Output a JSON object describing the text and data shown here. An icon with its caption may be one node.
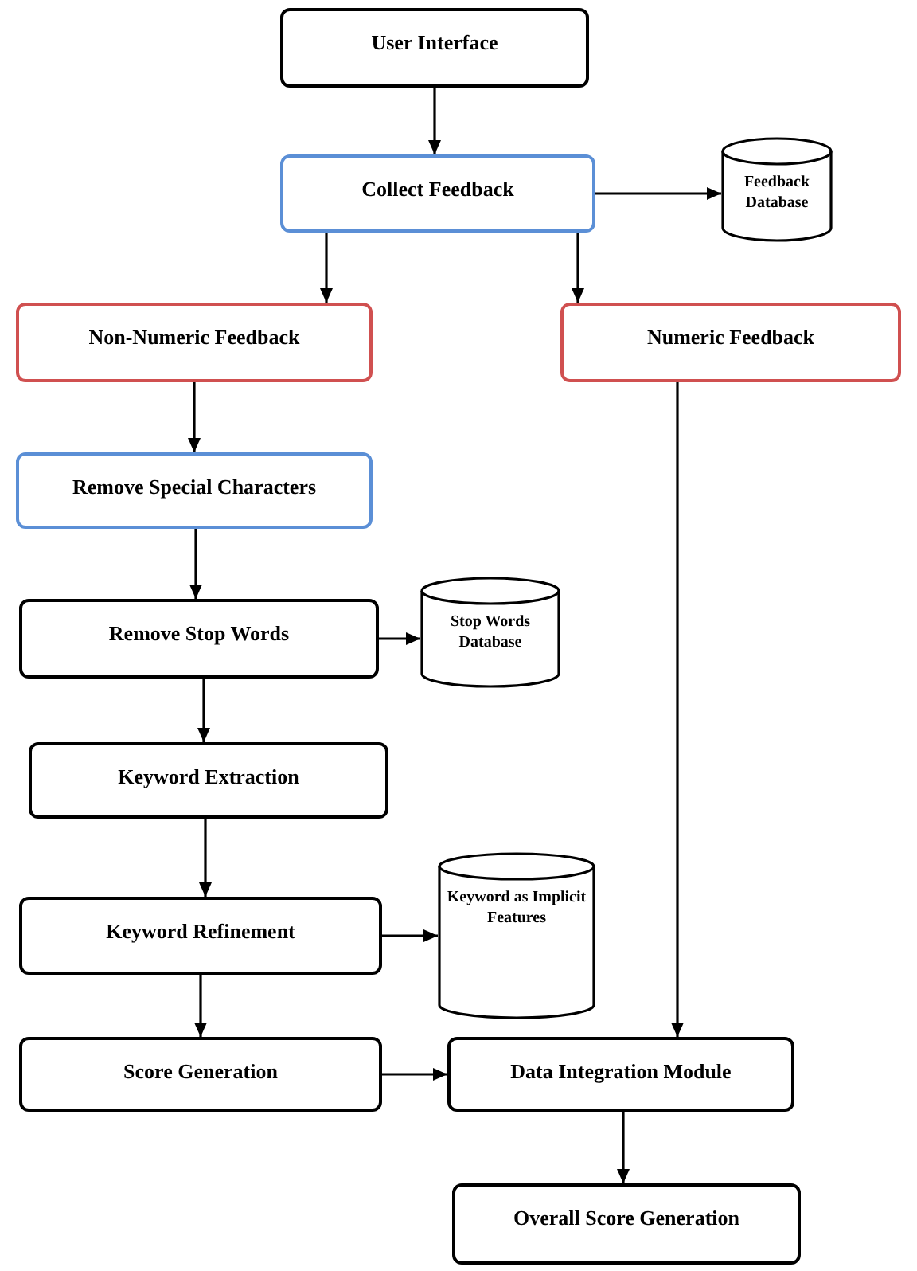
{
  "diagram": {
    "nodes": [
      {
        "text": [
          "User Interface"
        ]
      },
      {
        "text": [
          "Collect Feedback"
        ]
      },
      {
        "text": [
          "Feedback Database"
        ]
      },
      {
        "text": [
          "Non-Numeric Feedback"
        ]
      },
      {
        "text": [
          "Numeric Feedback"
        ]
      },
      {
        "text": [
          "Remove Special Characters"
        ]
      },
      {
        "text": [
          "Remove Stop Words"
        ]
      },
      {
        "text": [
          "Stop Words Database"
        ]
      },
      {
        "text": [
          "Keyword Extraction"
        ]
      },
      {
        "text": [
          "Keyword Refinement"
        ]
      },
      {
        "text": [
          "Keyword as Implicit Features"
        ]
      },
      {
        "text": [
          "Score Generation"
        ]
      },
      {
        "text": [
          "Data Integration Module"
        ]
      },
      {
        "text": [
          "Overall Score Generation"
        ]
      }
    ],
    "edges": [
      {
        "from": 0,
        "to": 1,
        "arrow": "to"
      },
      {
        "from": 1,
        "to": 2,
        "arrow": "to"
      },
      {
        "from": 1,
        "to": 3,
        "arrow": "to"
      },
      {
        "from": 1,
        "to": 4,
        "arrow": "to"
      },
      {
        "from": 3,
        "to": 5,
        "arrow": "to"
      },
      {
        "from": 5,
        "to": 6,
        "arrow": "to"
      },
      {
        "from": 6,
        "to": 7,
        "arrow": "to"
      },
      {
        "from": 6,
        "to": 8,
        "arrow": "to"
      },
      {
        "from": 8,
        "to": 9,
        "arrow": "to"
      },
      {
        "from": 9,
        "to": 10,
        "arrow": "to"
      },
      {
        "from": 9,
        "to": 11,
        "arrow": "to"
      },
      {
        "from": 11,
        "to": 12,
        "arrow": "to"
      },
      {
        "from": 4,
        "to": 12,
        "arrow": "to"
      },
      {
        "from": 12,
        "to": 13,
        "arrow": "to"
      }
    ]
  }
}
